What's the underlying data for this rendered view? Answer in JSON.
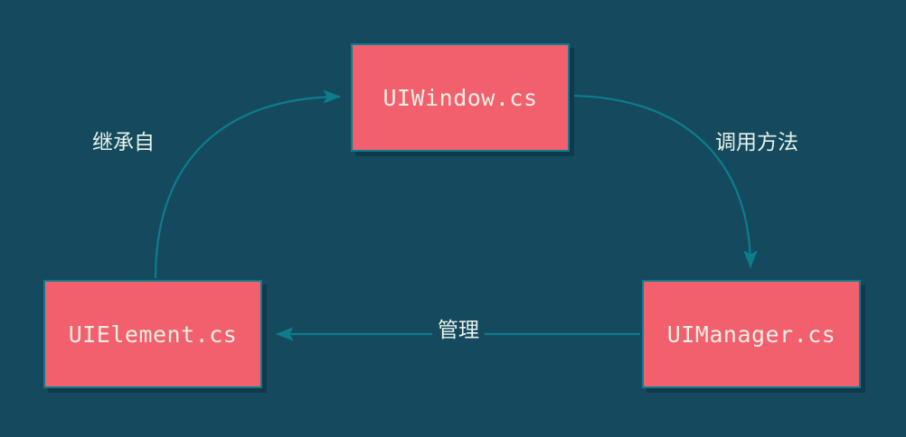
{
  "diagram": {
    "type": "flowchart",
    "background_color": "#154a5e",
    "node_fill_color": "#f2606e",
    "node_border_color": "#0d7d8e",
    "node_text_color": "#eeeee4",
    "edge_color": "#0d7d8e",
    "edge_label_color": "#e9f3ea",
    "nodes": [
      {
        "id": "uiwindow",
        "label": "UIWindow.cs"
      },
      {
        "id": "uielement",
        "label": "UIElement.cs"
      },
      {
        "id": "uimanager",
        "label": "UIManager.cs"
      }
    ],
    "edges": [
      {
        "from": "uielement",
        "to": "uiwindow",
        "label": "继承自"
      },
      {
        "from": "uiwindow",
        "to": "uimanager",
        "label": "调用方法"
      },
      {
        "from": "uimanager",
        "to": "uielement",
        "label": "管理"
      }
    ]
  }
}
